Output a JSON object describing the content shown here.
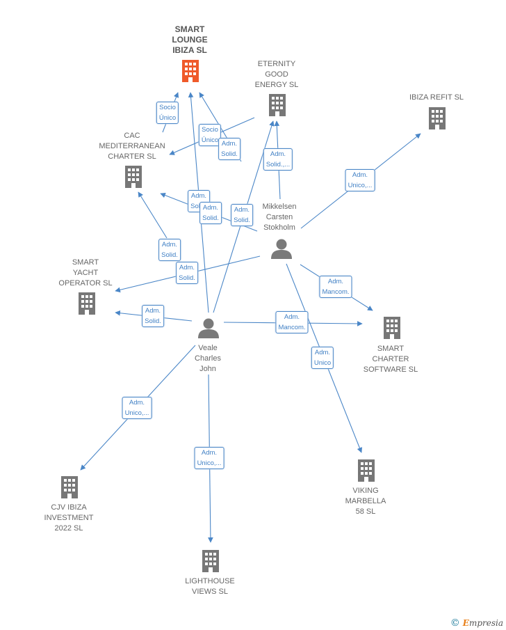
{
  "colors": {
    "edge": "#4a86c7",
    "company": "#777777",
    "highlight": "#ef5a2a",
    "person": "#7a7a7a"
  },
  "nodes": [
    {
      "id": "smart_lounge",
      "type": "company",
      "label": "SMART\nLOUNGE\nIBIZA  SL",
      "highlight": true,
      "icon": "building-icon"
    },
    {
      "id": "eternity",
      "type": "company",
      "label": "ETERNITY\nGOOD\nENERGY SL",
      "icon": "building-icon"
    },
    {
      "id": "ibiza_refit",
      "type": "company",
      "label": "IBIZA REFIT  SL",
      "icon": "building-icon"
    },
    {
      "id": "cac",
      "type": "company",
      "label": "CAC\nMEDITERRANEAN\nCHARTER  SL",
      "icon": "building-icon"
    },
    {
      "id": "mikkelsen",
      "type": "person",
      "label": "Mikkelsen\nCarsten\nStokholm",
      "icon": "person-icon"
    },
    {
      "id": "smart_yacht",
      "type": "company",
      "label": "SMART\nYACHT\nOPERATOR  SL",
      "icon": "building-icon"
    },
    {
      "id": "veale",
      "type": "person",
      "label": "Veale\nCharles\nJohn",
      "icon": "person-icon"
    },
    {
      "id": "smart_charter",
      "type": "company",
      "label": "SMART\nCHARTER\nSOFTWARE  SL",
      "icon": "building-icon"
    },
    {
      "id": "cjv",
      "type": "company",
      "label": "CJV IBIZA\nINVESTMENT\n2022  SL",
      "icon": "building-icon"
    },
    {
      "id": "lighthouse",
      "type": "company",
      "label": "LIGHTHOUSE\nVIEWS  SL",
      "icon": "building-icon"
    },
    {
      "id": "viking",
      "type": "company",
      "label": "VIKING\nMARBELLA\n58  SL",
      "icon": "building-icon"
    }
  ],
  "edges": [
    {
      "label": "Socio\nÚnico"
    },
    {
      "label": "Socio\nÚnico"
    },
    {
      "label": "Adm.\nSolid."
    },
    {
      "label": "Adm.\nSolid.,..."
    },
    {
      "label": "Adm.\nUnico,..."
    },
    {
      "label": "Adm.\nSolid."
    },
    {
      "label": "Adm.\nSolid."
    },
    {
      "label": "Adm.\nSolid."
    },
    {
      "label": "Adm.\nSolid."
    },
    {
      "label": "Adm.\nSolid."
    },
    {
      "label": "Adm.\nSolid."
    },
    {
      "label": "Adm.\nMancom."
    },
    {
      "label": "Adm.\nMancom."
    },
    {
      "label": "Adm.\nUnico"
    },
    {
      "label": "Adm.\nUnico,..."
    },
    {
      "label": "Adm.\nUnico,..."
    }
  ],
  "brand": {
    "copyright": "©",
    "e": "E",
    "rest": "mpresia"
  }
}
